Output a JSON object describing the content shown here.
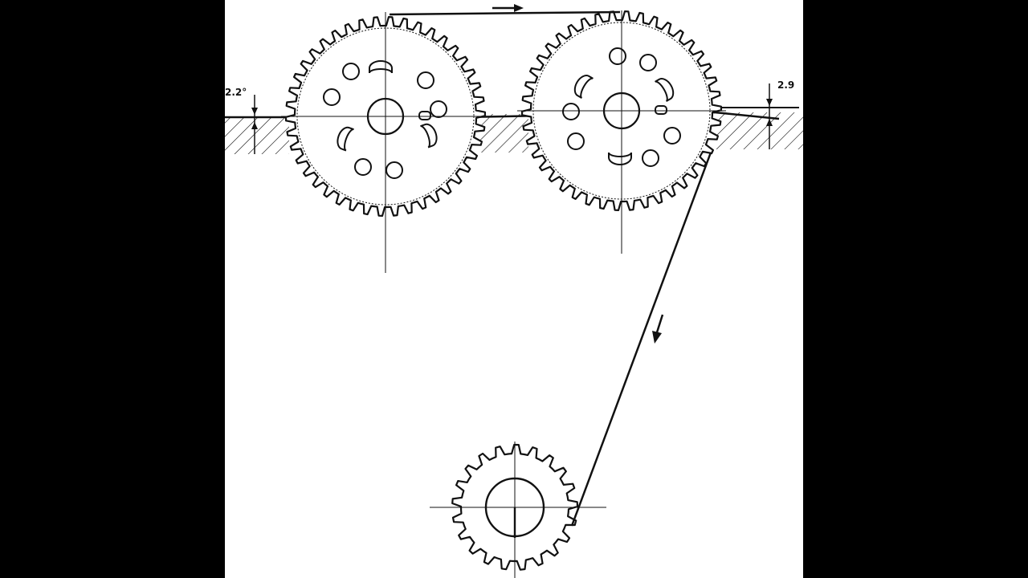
{
  "diagram": {
    "labels": {
      "left_angle": "2.2°",
      "right_angle": "2.9"
    },
    "gears": [
      {
        "name": "left-cam-sprocket",
        "teeth": 42
      },
      {
        "name": "right-cam-sprocket",
        "teeth": 42
      },
      {
        "name": "crank-sprocket",
        "teeth": 21
      }
    ],
    "colors": {
      "ink": "#111111",
      "paper": "#ffffff",
      "background": "#000000"
    },
    "arrows": [
      "chain-direction-arrow-top",
      "chain-direction-arrow-down"
    ]
  }
}
